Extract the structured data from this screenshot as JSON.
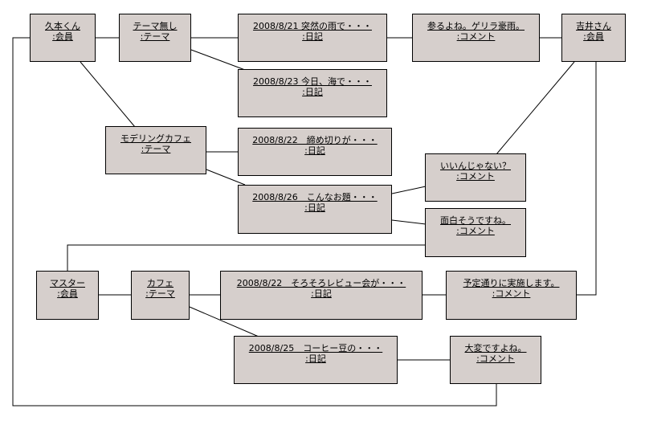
{
  "colors": {
    "node_fill": "#d6cfcc",
    "line": "#000000",
    "background": "#ffffff"
  },
  "nodes": {
    "kumoto": {
      "name": "久本くん",
      "type": ":会員"
    },
    "theme_none": {
      "name": "テーマ無し",
      "type": ":テーマ"
    },
    "diary_0821": {
      "name": "2008/8/21 突然の雨で・・・",
      "type": ":日記"
    },
    "comment_guerrilla": {
      "name": "参るよね。ゲリラ豪雨。",
      "type": ":コメント"
    },
    "yoshii": {
      "name": "吉井さん",
      "type": ":会員"
    },
    "diary_0823": {
      "name": "2008/8/23 今日、海で・・・",
      "type": ":日記"
    },
    "modeling": {
      "name": "モデリングカフェ",
      "type": ":テーマ"
    },
    "diary_0822a": {
      "name": "2008/8/22　締め切りが・・・",
      "type": ":日記"
    },
    "comment_iinjanai": {
      "name": "いいんじゃない？",
      "type": ":コメント"
    },
    "diary_0826": {
      "name": "2008/8/26　こんなお題・・・",
      "type": ":日記"
    },
    "comment_omoshiro": {
      "name": "面白そうですね。",
      "type": ":コメント"
    },
    "master": {
      "name": "マスター",
      "type": ":会員"
    },
    "cafe": {
      "name": "カフェ",
      "type": ":テーマ"
    },
    "diary_0822b": {
      "name": "2008/8/22　そろそろレビュー会が・・・",
      "type": ":日記"
    },
    "comment_yotei": {
      "name": "予定通りに実施します。",
      "type": ":コメント"
    },
    "diary_0825": {
      "name": "2008/8/25　コーヒー豆の・・・",
      "type": ":日記"
    },
    "comment_taihen": {
      "name": "大変ですよね。",
      "type": ":コメント"
    }
  }
}
